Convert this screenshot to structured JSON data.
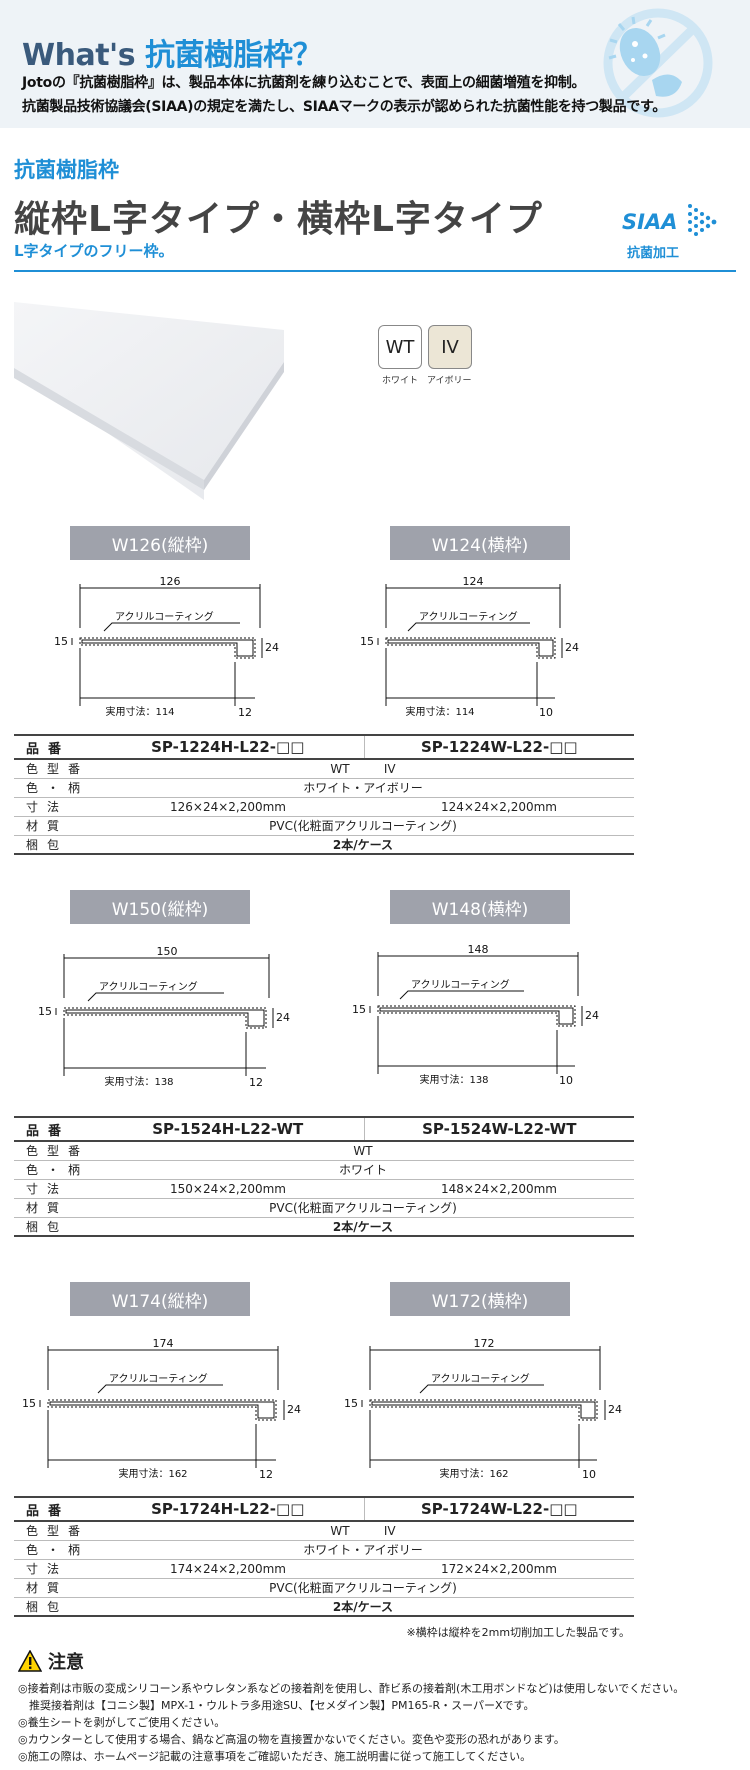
{
  "hero": {
    "title_en": "What's",
    "title_jp": "抗菌樹脂枠？",
    "desc_line1": "Jotoの『抗菌樹脂枠』は、製品本体に抗菌剤を練り込むことで、表面上の細菌増殖を抑制。",
    "desc_line2": "抗菌製品技術協議会(SIAA)の規定を満たし、SIAAマークの表示が認められた抗菌性能を持つ製品です。"
  },
  "product": {
    "category": "抗菌樹脂枠",
    "title": "縦枠L字タイプ・横枠L字タイプ",
    "desc": "L字タイプのフリー枠。"
  },
  "siaa": {
    "mark": "SIAA",
    "label": "抗菌加工"
  },
  "swatches": [
    {
      "code": "WT",
      "label": "ホワイト",
      "color": "#ffffff"
    },
    {
      "code": "IV",
      "label": "アイボリー",
      "color": "#ece6d6"
    }
  ],
  "common": {
    "coating": "アクリルコーティング",
    "thickness": "15",
    "height": "24",
    "effective_prefix": "実用寸法："
  },
  "groups": [
    {
      "left": {
        "tag": "W126(縦枠)",
        "width": "126",
        "effective": "114",
        "lip": "12"
      },
      "right": {
        "tag": "W124(横枠)",
        "width": "124",
        "effective": "114",
        "lip": "10"
      },
      "table": {
        "k_model": "品番",
        "model_left": "SP-1224H-L22-□□",
        "model_right": "SP-1224W-L22-□□",
        "k_color_code": "色型番",
        "color_code_left": "WT",
        "color_code_right": "IV",
        "k_color": "色・柄",
        "color": "ホワイト・アイボリー",
        "k_size": "寸法",
        "size_left": "126×24×2,200mm",
        "size_right": "124×24×2,200mm",
        "k_material": "材質",
        "material": "PVC(化粧面アクリルコーティング)",
        "k_pack": "梱包",
        "pack": "2本/ケース"
      }
    },
    {
      "left": {
        "tag": "W150(縦枠)",
        "width": "150",
        "effective": "138",
        "lip": "12"
      },
      "right": {
        "tag": "W148(横枠)",
        "width": "148",
        "effective": "138",
        "lip": "10"
      },
      "table": {
        "k_model": "品番",
        "model_left": "SP-1524H-L22-WT",
        "model_right": "SP-1524W-L22-WT",
        "k_color_code": "色型番",
        "color_code_left": "WT",
        "color_code_right": "",
        "k_color": "色・柄",
        "color": "ホワイト",
        "k_size": "寸法",
        "size_left": "150×24×2,200mm",
        "size_right": "148×24×2,200mm",
        "k_material": "材質",
        "material": "PVC(化粧面アクリルコーティング)",
        "k_pack": "梱包",
        "pack": "2本/ケース"
      }
    },
    {
      "left": {
        "tag": "W174(縦枠)",
        "width": "174",
        "effective": "162",
        "lip": "12"
      },
      "right": {
        "tag": "W172(横枠)",
        "width": "172",
        "effective": "162",
        "lip": "10"
      },
      "table": {
        "k_model": "品番",
        "model_left": "SP-1724H-L22-□□",
        "model_right": "SP-1724W-L22-□□",
        "k_color_code": "色型番",
        "color_code_left": "WT",
        "color_code_right": "IV",
        "k_color": "色・柄",
        "color": "ホワイト・アイボリー",
        "k_size": "寸法",
        "size_left": "174×24×2,200mm",
        "size_right": "172×24×2,200mm",
        "k_material": "材質",
        "material": "PVC(化粧面アクリルコーティング)",
        "k_pack": "梱包",
        "pack": "2本/ケース"
      }
    }
  ],
  "footnote": "※横枠は縦枠を2mm切削加工した製品です。",
  "caution": {
    "heading": "注意",
    "items": [
      "◎接着剤は市販の変成シリコーン系やウレタン系などの接着剤を使用し、酢ビ系の接着剤(木工用ボンドなど)は使用しないでください。",
      "　推奨接着剤は【コニシ製】MPX-1・ウルトラ多用途SU、【セメダイン製】PM165-R・スーパーXです。",
      "◎養生シートを剥がしてご使用ください。",
      "◎カウンターとして使用する場合、鍋など高温の物を直接置かないでください。変色や変形の恐れがあります。",
      "◎施工の際は、ホームページ記載の注意事項をご確認いただき、施工説明書に従って施工してください。"
    ]
  },
  "colors": {
    "brand_blue": "#1f8fd6",
    "tag_gray": "#9fa2ab"
  }
}
